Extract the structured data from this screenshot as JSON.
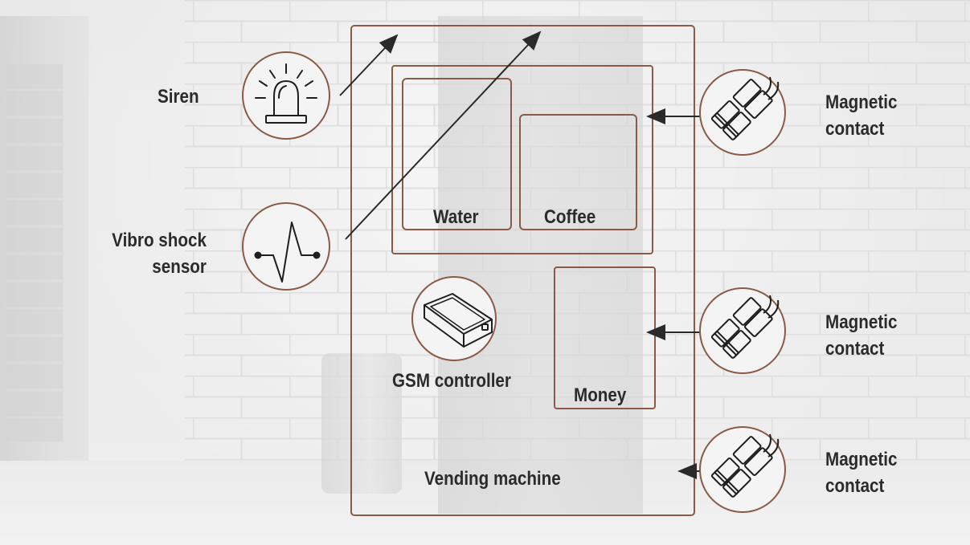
{
  "diagram": {
    "colors": {
      "frame": "#8a5a44",
      "icon": "#1e1e1e",
      "arrow": "#2a2a2a",
      "text": "#2b2b2b",
      "circle_fill": "#f4f4f4"
    },
    "labels": {
      "siren": "Siren",
      "vibro_line1": "Vibro shock",
      "vibro_line2": "sensor",
      "water": "Water",
      "coffee": "Coffee",
      "gsm_controller": "GSM controller",
      "money": "Money",
      "vending_machine": "Vending machine",
      "magnetic_contacts": [
        {
          "line1": "Magnetic",
          "line2": "contact"
        },
        {
          "line1": "Magnetic",
          "line2": "contact"
        },
        {
          "line1": "Magnetic",
          "line2": "contact"
        }
      ]
    },
    "icons": [
      "siren-icon",
      "vibro-sensor-icon",
      "gsm-controller-icon",
      "magnetic-contact-icon"
    ]
  }
}
